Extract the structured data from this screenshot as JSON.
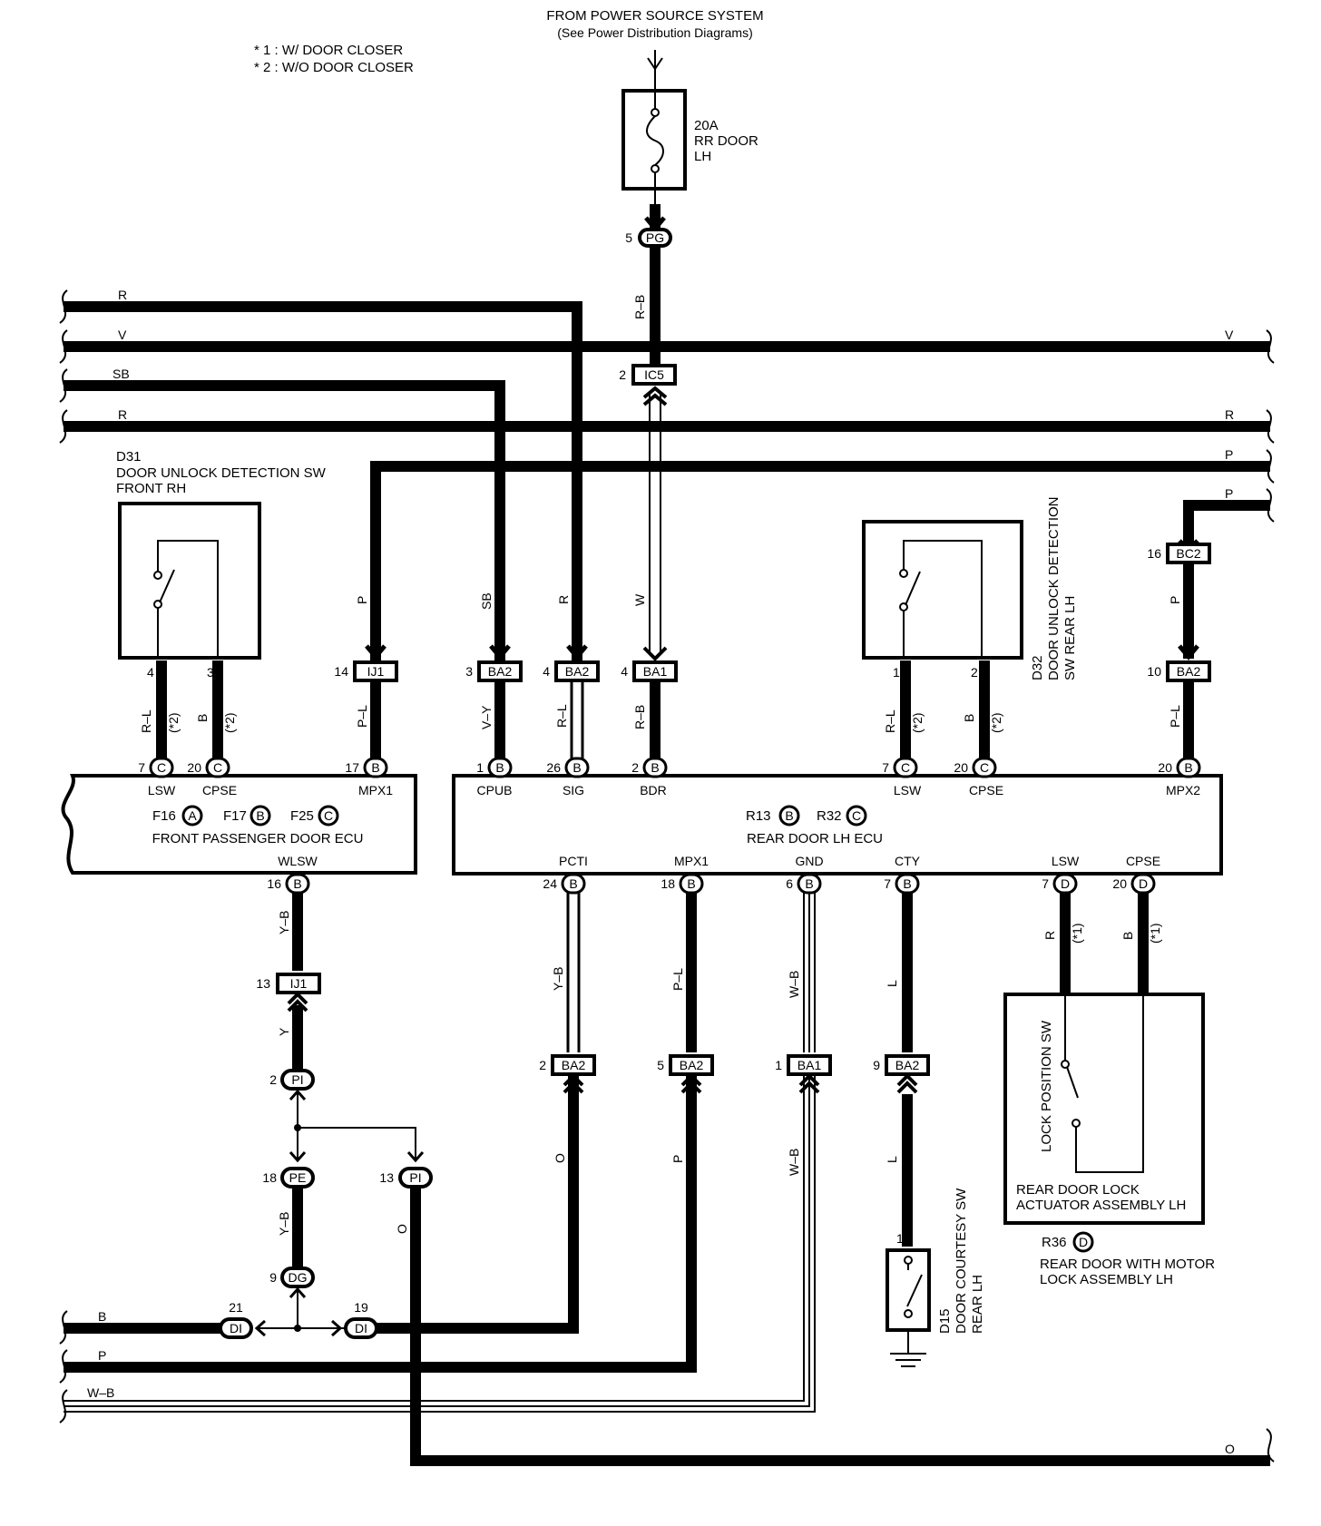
{
  "header": {
    "power_source": "FROM POWER SOURCE SYSTEM",
    "power_note": "(See Power Distribution Diagrams)",
    "note1": "* 1 : W/ DOOR CLOSER",
    "note2": "* 2 : W/O DOOR CLOSER"
  },
  "fuse": {
    "line1": "20A",
    "line2": "RR DOOR",
    "line3": "LH"
  },
  "connectors": {
    "pg": {
      "code": "PG",
      "pin": "5"
    },
    "ic5": {
      "code": "IC5",
      "pin": "2"
    },
    "ij1_top": {
      "code": "IJ1",
      "pin": "14"
    },
    "ba2_cpub": {
      "code": "BA2",
      "pin": "3"
    },
    "ba2_sig": {
      "code": "BA2",
      "pin": "4"
    },
    "ba1_bdr": {
      "code": "BA1",
      "pin": "4"
    },
    "bc2": {
      "code": "BC2",
      "pin": "16"
    },
    "ba2_mpx2": {
      "code": "BA2",
      "pin": "10"
    },
    "ij1_bottom": {
      "code": "IJ1",
      "pin": "13"
    },
    "pi_2": {
      "code": "PI",
      "pin": "2"
    },
    "pe": {
      "code": "PE",
      "pin": "18"
    },
    "pi_13": {
      "code": "PI",
      "pin": "13"
    },
    "dg": {
      "code": "DG",
      "pin": "9"
    },
    "di_21": {
      "code": "DI",
      "pin": "21"
    },
    "di_19": {
      "code": "DI",
      "pin": "19"
    },
    "ba2_pcti": {
      "code": "BA2",
      "pin": "2"
    },
    "ba2_mpx1": {
      "code": "BA2",
      "pin": "5"
    },
    "ba1_gnd": {
      "code": "BA1",
      "pin": "1"
    },
    "ba2_cty": {
      "code": "BA2",
      "pin": "9"
    }
  },
  "bus_wires": {
    "left": [
      "R",
      "V",
      "SB",
      "R",
      "B",
      "P",
      "W–B"
    ],
    "right": [
      "V",
      "R",
      "P",
      "P",
      "O"
    ]
  },
  "d31": {
    "code": "D31",
    "name1": "DOOR UNLOCK DETECTION SW",
    "name2": "FRONT RH",
    "pin_left": "4",
    "pin_right": "3"
  },
  "d32": {
    "code": "D32",
    "name1": "DOOR UNLOCK DETECTION",
    "name2": "SW REAR LH",
    "pin_left": "1",
    "pin_right": "2"
  },
  "front_ecu": {
    "name": "FRONT PASSENGER DOOR ECU",
    "refs": [
      "F16",
      "F17",
      "F25"
    ],
    "ref_letters": [
      "A",
      "B",
      "C"
    ],
    "terminals": [
      {
        "pin": "7",
        "letter": "C",
        "name": "LSW"
      },
      {
        "pin": "20",
        "letter": "C",
        "name": "CPSE"
      },
      {
        "pin": "17",
        "letter": "B",
        "name": "MPX1"
      }
    ],
    "bottom": {
      "pin": "16",
      "letter": "B",
      "name": "WLSW"
    }
  },
  "rear_ecu": {
    "name": "REAR DOOR LH ECU",
    "refs": [
      "R13",
      "R32"
    ],
    "ref_letters": [
      "B",
      "C"
    ],
    "top_terminals": [
      {
        "pin": "1",
        "letter": "B",
        "name": "CPUB"
      },
      {
        "pin": "26",
        "letter": "B",
        "name": "SIG"
      },
      {
        "pin": "2",
        "letter": "B",
        "name": "BDR"
      },
      {
        "pin": "7",
        "letter": "C",
        "name": "LSW"
      },
      {
        "pin": "20",
        "letter": "C",
        "name": "CPSE"
      },
      {
        "pin": "20",
        "letter": "B",
        "name": "MPX2"
      }
    ],
    "bottom_terminals": [
      {
        "pin": "24",
        "letter": "B",
        "name": "PCTI"
      },
      {
        "pin": "18",
        "letter": "B",
        "name": "MPX1"
      },
      {
        "pin": "6",
        "letter": "B",
        "name": "GND"
      },
      {
        "pin": "7",
        "letter": "B",
        "name": "CTY"
      },
      {
        "pin": "7",
        "letter": "D",
        "name": "LSW"
      },
      {
        "pin": "20",
        "letter": "D",
        "name": "CPSE"
      }
    ]
  },
  "wire_colors": {
    "fuse_out": "R–B",
    "ij1_p": "P",
    "cpub_sb": "SB",
    "sig_r": "R",
    "bdr_w": "W",
    "mpx2_p": "P",
    "d31_left": "R–L",
    "d31_left_note": "(*2)",
    "d31_right": "B",
    "d31_right_note": "(*2)",
    "mpx1_pl": "P–L",
    "cpub_vy": "V–Y",
    "sig_rl": "R–L",
    "bdr_rb": "R–B",
    "d32_left": "R–L",
    "d32_left_note": "(*2)",
    "d32_right": "B",
    "d32_right_note": "(*2)",
    "mpx2_pl": "P–L",
    "wlsw_yb": "Y–B",
    "ij1_y": "Y",
    "pe_yb": "Y–B",
    "pi13_o": "O",
    "pcti_yb": "Y–B",
    "pcti_o": "O",
    "mpx1_rear_pl": "P–L",
    "mpx1_rear_p": "P",
    "gnd_wb": "W–B",
    "gnd_wb2": "W–B",
    "cty_l": "L",
    "cty_l2": "L",
    "lsw_r": "R",
    "lsw_r_note": "(*1)",
    "cpse_b": "B",
    "cpse_b_note": "(*1)"
  },
  "lock_actuator": {
    "sw_name": "LOCK POSITION SW",
    "name1": "REAR DOOR LOCK",
    "name2": "ACTUATOR ASSEMBLY LH",
    "ref": "R36",
    "ref_letter": "D",
    "assembly1": "REAR DOOR WITH MOTOR",
    "assembly2": "LOCK ASSEMBLY LH"
  },
  "d15": {
    "code": "D15",
    "name1": "DOOR COURTESY SW",
    "name2": "REAR LH",
    "pin": "1"
  }
}
